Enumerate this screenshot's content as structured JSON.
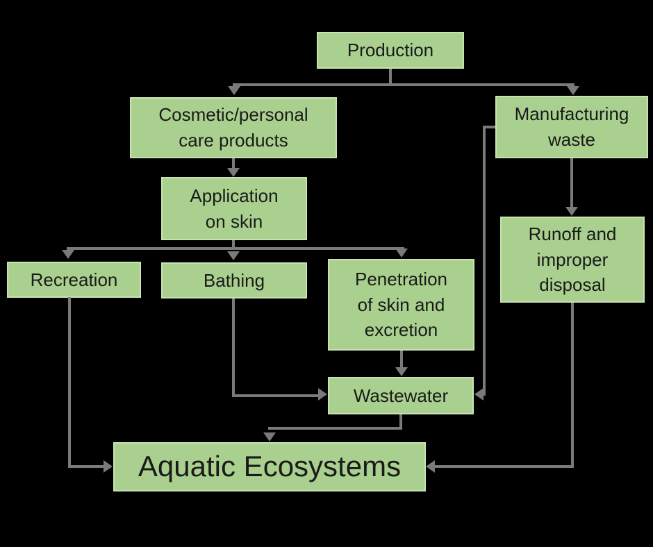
{
  "diagram": {
    "type": "flowchart",
    "nodes": {
      "production": {
        "label": "Production"
      },
      "cosmetic": {
        "label": "Cosmetic/personal\ncare products"
      },
      "manufacturing": {
        "label": "Manufacturing\nwaste"
      },
      "application": {
        "label": "Application\non skin"
      },
      "recreation": {
        "label": "Recreation"
      },
      "bathing": {
        "label": "Bathing"
      },
      "penetration": {
        "label": "Penetration\nof skin and\nexcretion"
      },
      "runoff": {
        "label": "Runoff and\nimproper\ndisposal"
      },
      "wastewater": {
        "label": "Wastewater"
      },
      "aquatic": {
        "label": "Aquatic Ecosystems"
      }
    },
    "edges": [
      {
        "from": "production",
        "to": "cosmetic"
      },
      {
        "from": "production",
        "to": "manufacturing"
      },
      {
        "from": "cosmetic",
        "to": "application"
      },
      {
        "from": "application",
        "to": "recreation"
      },
      {
        "from": "application",
        "to": "bathing"
      },
      {
        "from": "application",
        "to": "penetration"
      },
      {
        "from": "manufacturing",
        "to": "runoff"
      },
      {
        "from": "manufacturing",
        "to": "wastewater"
      },
      {
        "from": "penetration",
        "to": "wastewater"
      },
      {
        "from": "bathing",
        "to": "wastewater"
      },
      {
        "from": "wastewater",
        "to": "aquatic"
      },
      {
        "from": "recreation",
        "to": "aquatic"
      },
      {
        "from": "runoff",
        "to": "aquatic"
      }
    ]
  },
  "theme": {
    "box_fill": "#a9d08e",
    "box_border": "#c9e2b2",
    "connector": "#7a7a7a",
    "background": "#000000",
    "text": "#1a1a1a"
  }
}
